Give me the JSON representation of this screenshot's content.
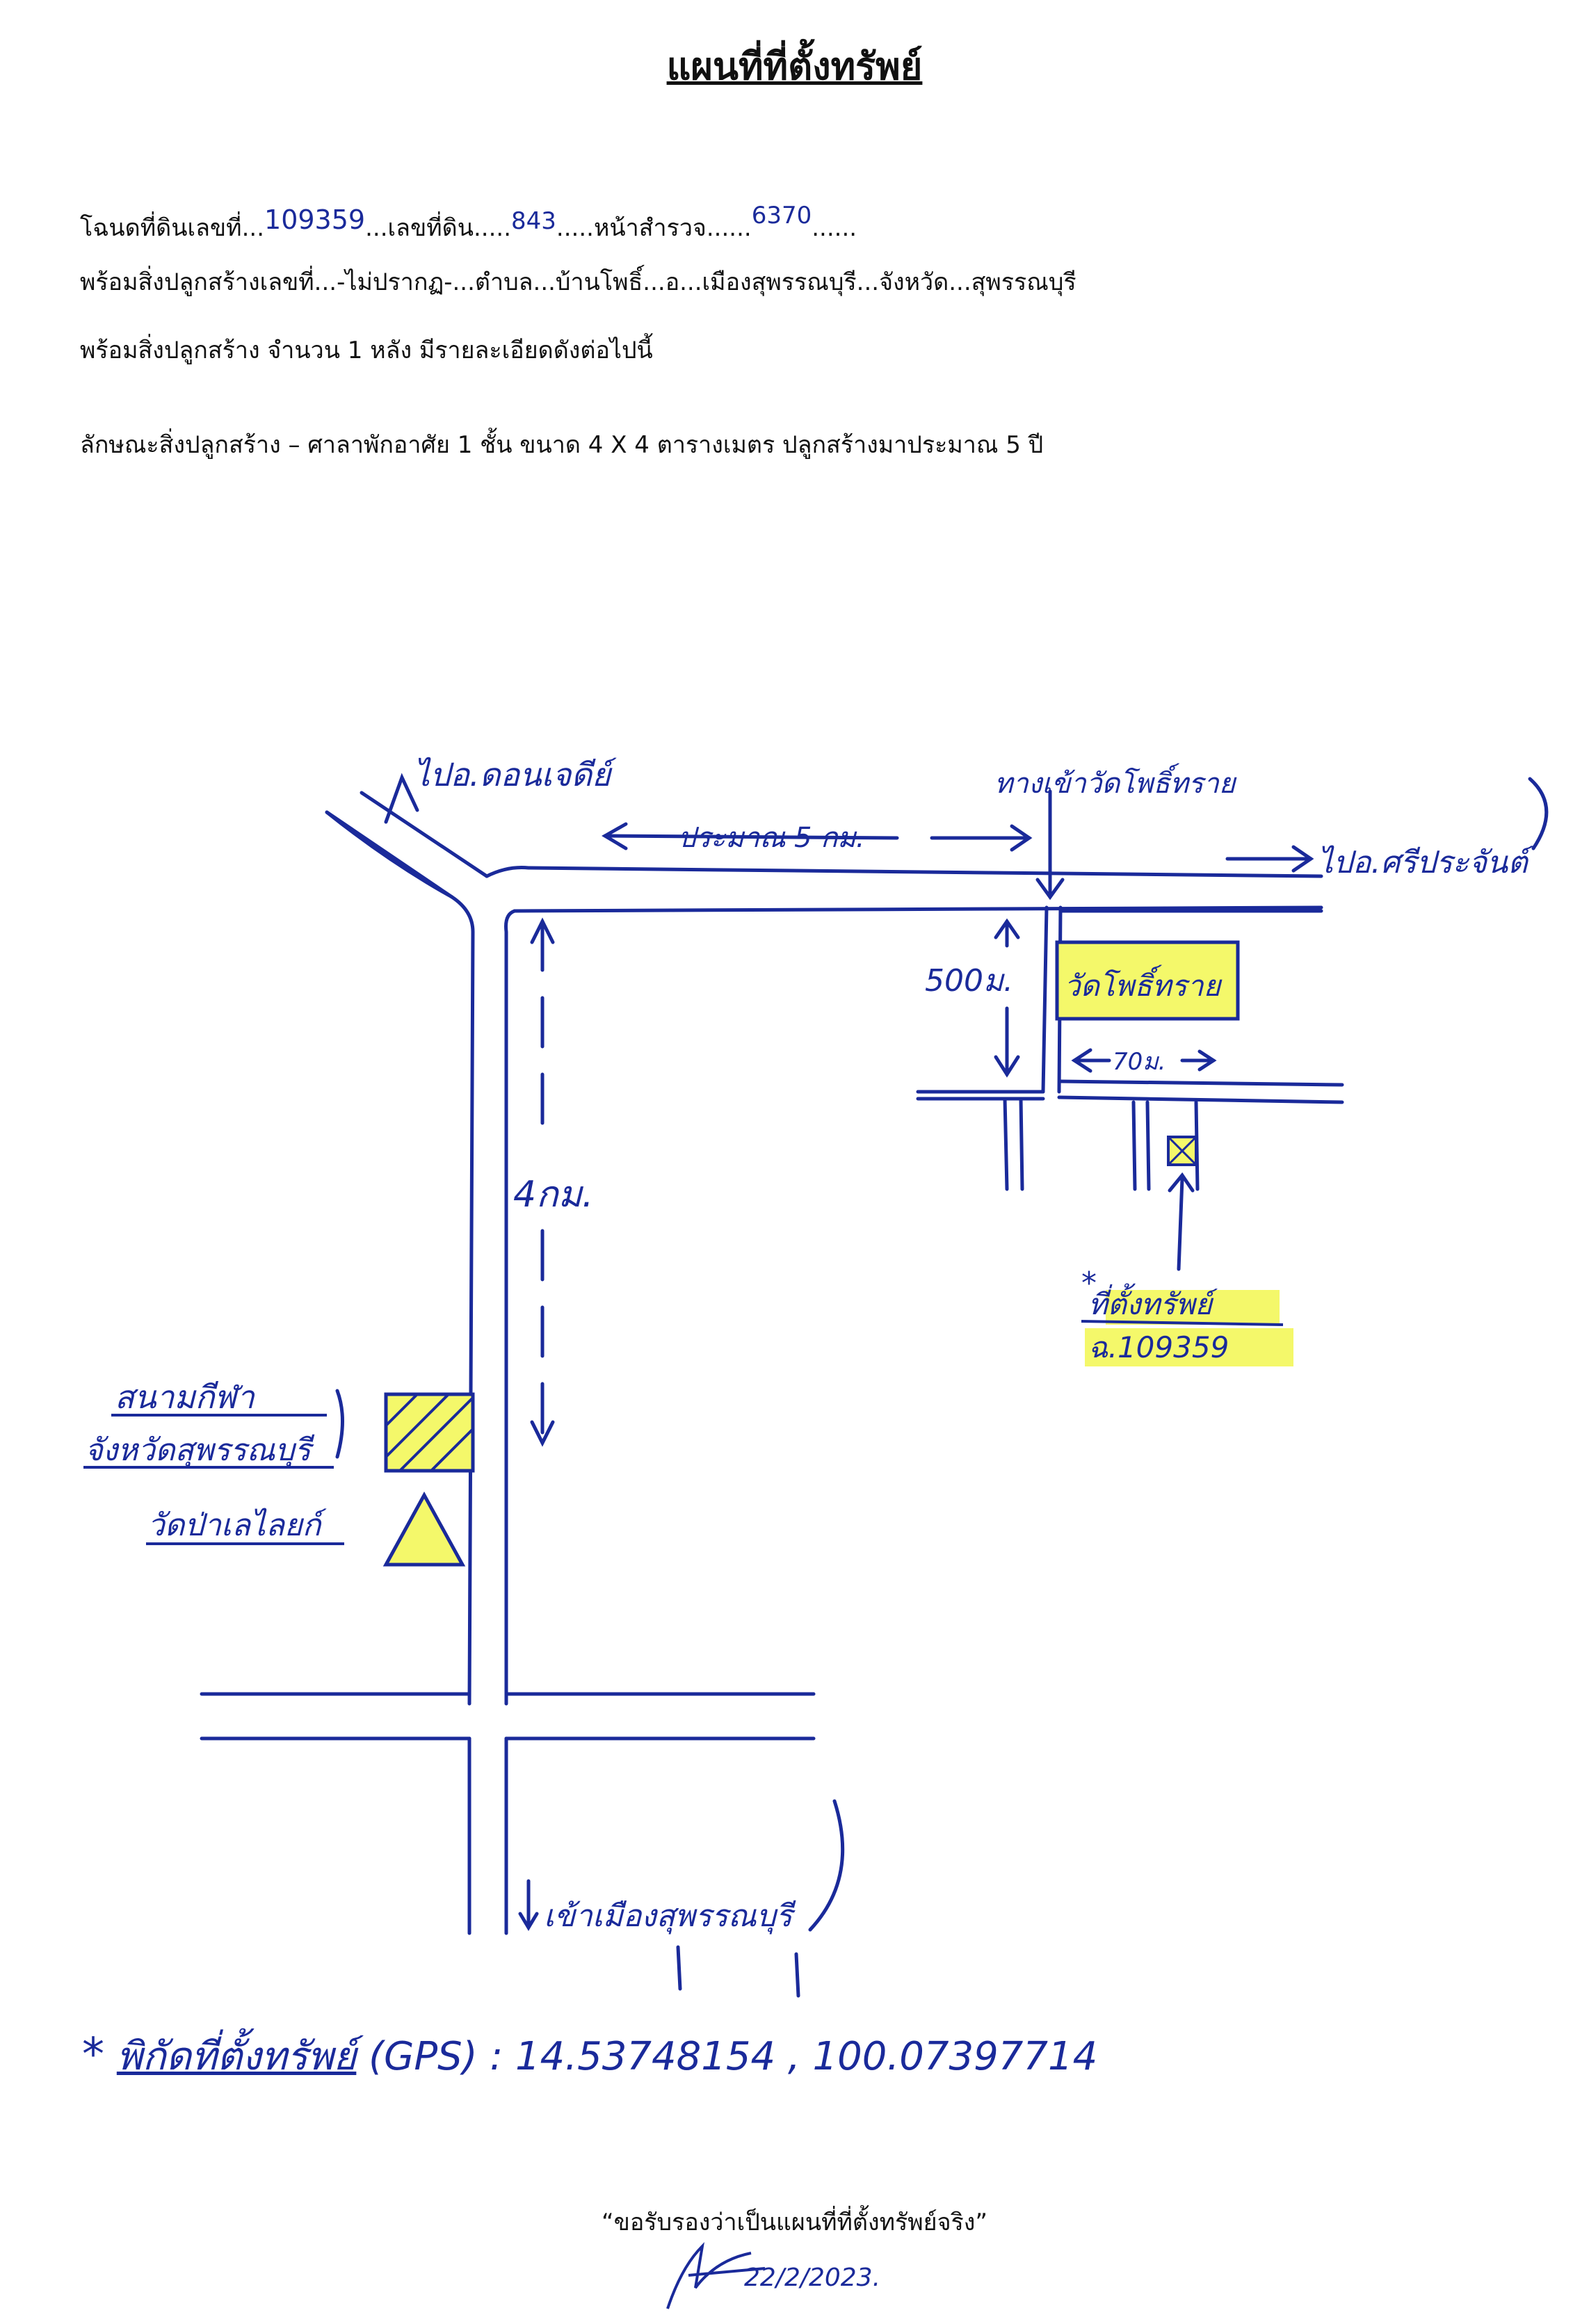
{
  "doc": {
    "title": "แผนที่ที่ตั้งทรัพย์",
    "deed": {
      "prefix": "โฉนดที่ดินเลขที่",
      "deed_no": "109359",
      "land_no_label": "เลขที่ดิน",
      "land_no": "843",
      "survey_label": "หน้าสำรวจ",
      "survey_no": "6370"
    },
    "line2": "พร้อมสิ่งปลูกสร้างเลขที่...-ไม่ปรากฏ-...ตำบล...บ้านโพธิ์...อ...เมืองสุพรรณบุรี...จังหวัด...สุพรรณบุรี",
    "line3": "พร้อมสิ่งปลูกสร้าง  จำนวน  1 หลัง   มีรายละเอียดดังต่อไปนี้",
    "line4": "ลักษณะสิ่งปลูกสร้าง – ศาลาพักอาศัย 1 ชั้น  ขนาด  4 X 4  ตารางเมตร ปลูกสร้างมาประมาณ  5  ปี"
  },
  "map": {
    "to_don_chedi": "ไปอ.ดอนเจดีย์",
    "approx_5km": "ประมาณ 5 กม.",
    "wat_entrance": "ทางเข้าวัดโพธิ์ทราย",
    "to_si_prachan": "ไปอ.ศรีประจันต์",
    "dist_500m": "500ม.",
    "wat_pho_sai": "วัดโพธิ์ทราย",
    "dist_70m": "70ม.",
    "dist_4km": "4กม.",
    "property_label": "ที่ตั้งทรัพย์",
    "property_deed": "ฉ.109359",
    "stadium_l1": "สนามกีฬา",
    "stadium_l2": "จังหวัดสุพรรณบุรี",
    "wat_pa": "วัดป่าเลไลยก์",
    "to_city": "เข้าเมืองสุพรรณบุรี"
  },
  "gps": {
    "label": "พิกัดที่ตั้งทรัพย์",
    "suffix": "(GPS) : 14.53748154 , 100.07397714"
  },
  "certify": {
    "text": "“ขอรับรองว่าเป็นแผนที่ที่ตั้งทรัพย์จริง”",
    "date": "22/2/2023."
  },
  "colors": {
    "ink": "#1a2a9a",
    "highlight": "#f4f86a"
  }
}
